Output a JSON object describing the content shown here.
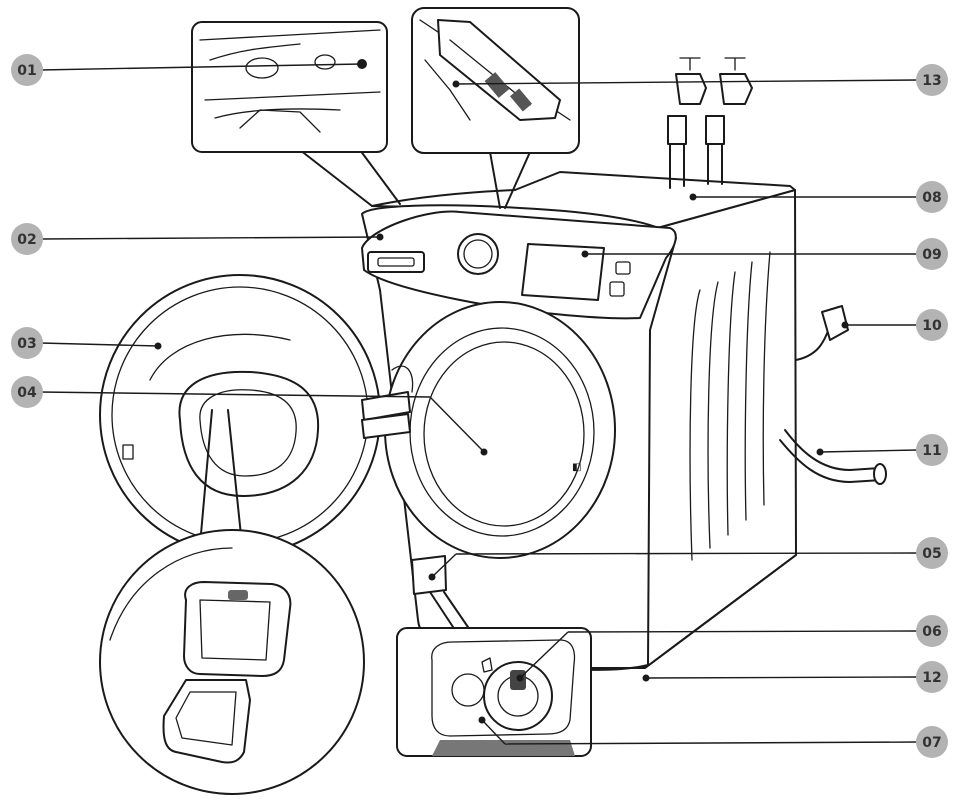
{
  "callouts": [
    {
      "id": "01",
      "label": "01"
    },
    {
      "id": "02",
      "label": "02"
    },
    {
      "id": "03",
      "label": "03"
    },
    {
      "id": "04",
      "label": "04"
    },
    {
      "id": "05",
      "label": "05"
    },
    {
      "id": "06",
      "label": "06"
    },
    {
      "id": "07",
      "label": "07"
    },
    {
      "id": "08",
      "label": "08"
    },
    {
      "id": "09",
      "label": "09"
    },
    {
      "id": "10",
      "label": "10"
    },
    {
      "id": "11",
      "label": "11"
    },
    {
      "id": "12",
      "label": "12"
    },
    {
      "id": "13",
      "label": "13"
    }
  ],
  "colors": {
    "badge_fill": "#b3b3b3",
    "badge_text": "#333333",
    "line": "#1a1a1a",
    "background": "#ffffff"
  }
}
